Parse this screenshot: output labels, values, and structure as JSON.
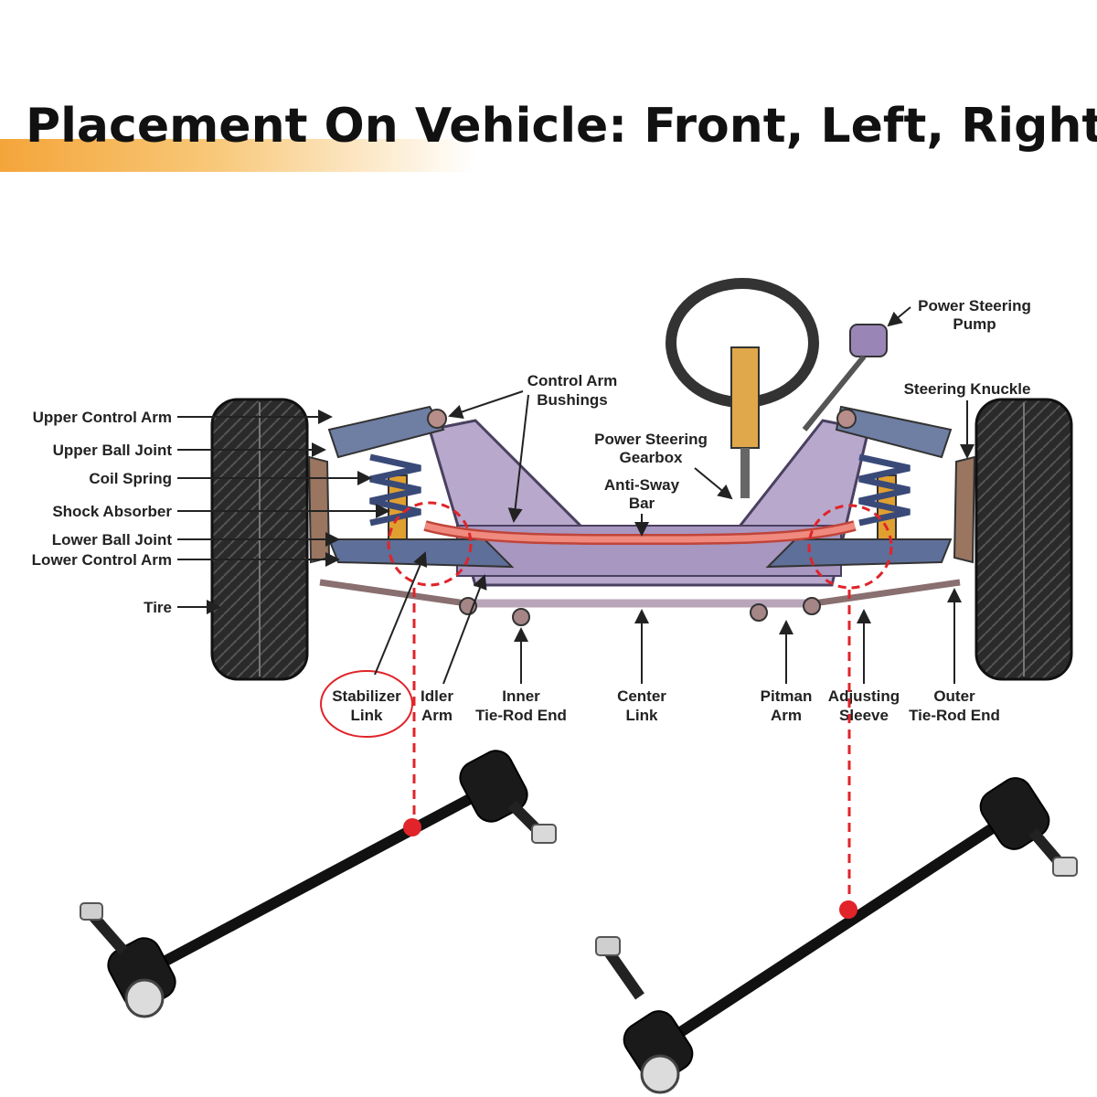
{
  "title": "Placement On Vehicle: Front, Left, Right",
  "colors": {
    "accent": "#f4a53a",
    "highlight_red": "#e0242a",
    "frame": "#b7a8cc",
    "anti_sway_bar": "#f08a7e",
    "tire": "#2a2a2a"
  },
  "labels": {
    "upper_control_arm": "Upper Control Arm",
    "upper_ball_joint": "Upper Ball Joint",
    "coil_spring": "Coil Spring",
    "shock_absorber": "Shock Absorber",
    "lower_ball_joint": "Lower Ball Joint",
    "lower_control_arm": "Lower Control Arm",
    "tire": "Tire",
    "control_arm_bushings_1": "Control Arm",
    "control_arm_bushings_2": "Bushings",
    "power_steering_gearbox_1": "Power Steering",
    "power_steering_gearbox_2": "Gearbox",
    "anti_sway_bar_1": "Anti-Sway",
    "anti_sway_bar_2": "Bar",
    "power_steering_pump_1": "Power Steering",
    "power_steering_pump_2": "Pump",
    "steering_knuckle": "Steering Knuckle",
    "stabilizer_link_1": "Stabilizer",
    "stabilizer_link_2": "Link",
    "idler_arm_1": "Idler",
    "idler_arm_2": "Arm",
    "inner_tie_rod_1": "Inner",
    "inner_tie_rod_2": "Tie-Rod End",
    "center_link_1": "Center",
    "center_link_2": "Link",
    "pitman_arm_1": "Pitman",
    "pitman_arm_2": "Arm",
    "adjusting_sleeve_1": "Adjusting",
    "adjusting_sleeve_2": "Sleeve",
    "outer_tie_rod_1": "Outer",
    "outer_tie_rod_2": "Tie-Rod End"
  }
}
